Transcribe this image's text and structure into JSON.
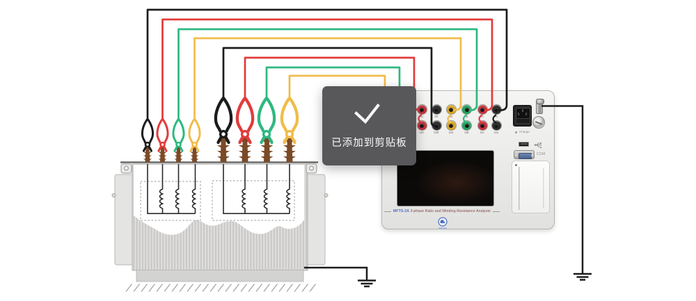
{
  "toast": {
    "message": "已添加到剪贴板",
    "icon": "checkmark"
  },
  "instrument": {
    "brand_model": "MFTS-2A",
    "brand_title": "3-phase Ratio and Winding Resistance Analyzer",
    "charge_label": "Charge",
    "com_label": "COM",
    "left_terminals": {
      "row1": [
        "IC",
        "IO"
      ],
      "row2": [
        "UC",
        "UO"
      ]
    },
    "right_terminals": {
      "row1": [
        "Ia",
        "Ib",
        "Ic",
        "Io"
      ],
      "row2": [
        "Ua",
        "Ub",
        "Uc",
        "Uo"
      ]
    }
  },
  "colors": {
    "wire_black": "#1c1c1c",
    "wire_red": "#e23b3b",
    "wire_green": "#2fb880",
    "wire_yellow": "#f0bc4a",
    "term_red": "#c5303c",
    "term_yellow": "#d9a520",
    "term_green": "#23a05c",
    "term_black": "#2b2b2b",
    "bushing_brown": "#7b4a27",
    "brand_blue": "#4a6fc0",
    "toast_bg": "#58585b"
  }
}
